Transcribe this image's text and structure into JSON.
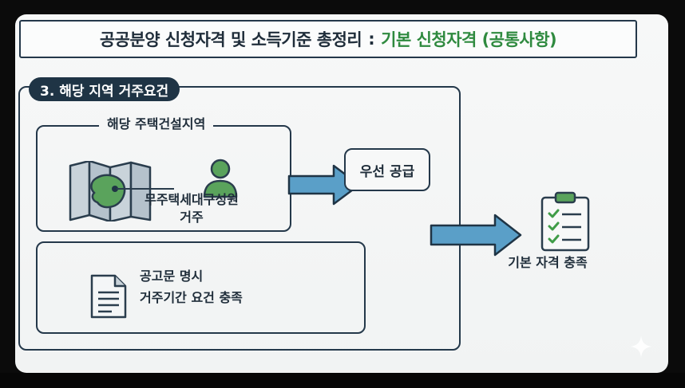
{
  "title": {
    "main": "공공분양 신청자격 및 소득기준 총정리",
    "separator": ":",
    "accent": "기본 신청자격 (공통사항)"
  },
  "section": {
    "label": "3. 해당 지역 거주요건"
  },
  "region": {
    "title": "해당 주택건설지역",
    "resident_line1": "무주택세대구성원",
    "resident_line2": "거주"
  },
  "priority": {
    "label": "우선 공급"
  },
  "notice": {
    "line1": "공고문 명시",
    "line2": "거주기간 요건 충족"
  },
  "result": {
    "label": "기본 자격 충족"
  },
  "colors": {
    "dark": "#1f3445",
    "accent_green": "#2f8a3f",
    "arrow_blue": "#5a9fc8",
    "icon_green": "#5aa35c"
  },
  "icons": [
    "map-icon",
    "person-icon",
    "document-icon",
    "clipboard-checklist-icon",
    "sparkle-icon"
  ]
}
